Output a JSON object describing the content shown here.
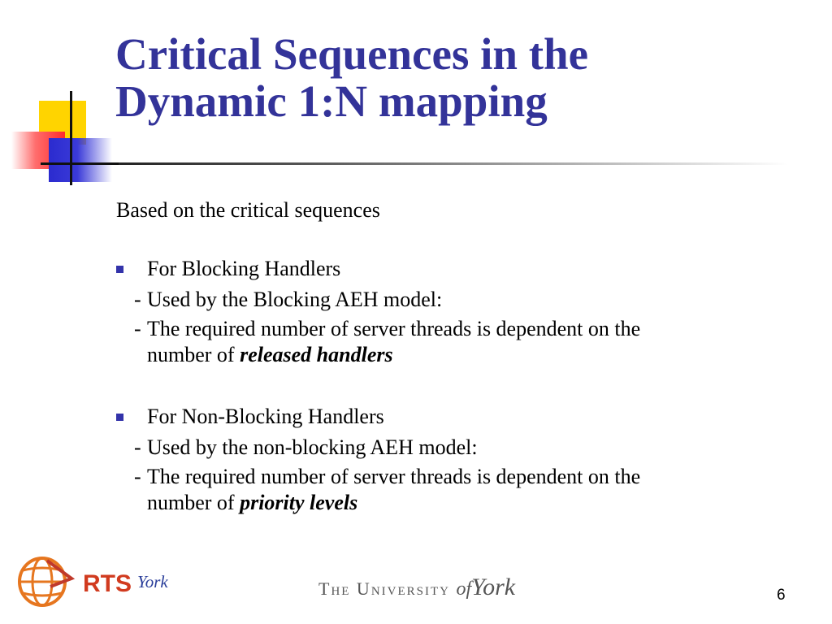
{
  "slide": {
    "title_line1": "Critical Sequences in the",
    "title_line2": "Dynamic 1:N mapping",
    "intro": "Based on the critical sequences",
    "sections": [
      {
        "heading": "For Blocking Handlers",
        "points": [
          {
            "text": "Used by the Blocking AEH model:"
          },
          {
            "text": "The required number of server threads is dependent on the",
            "continuation": "number of ",
            "emphasis": "released handlers"
          }
        ]
      },
      {
        "heading": "For Non-Blocking Handlers",
        "points": [
          {
            "text": "Used by the non-blocking AEH model:"
          },
          {
            "text": "The required number of server threads is dependent on the",
            "continuation": "number of ",
            "emphasis": "priority levels"
          }
        ]
      }
    ],
    "dash": "-",
    "page_number": "6"
  },
  "footer": {
    "rts_logo_text": "RTS",
    "rts_logo_suffix": "York",
    "university_prefix": "The University",
    "university_of": "of",
    "university_name": "York"
  },
  "colors": {
    "title": "#333399",
    "bullet": "#3333aa",
    "rts_logo": "#d13b1f"
  },
  "icons": {
    "bullet": "square-bullet-icon",
    "globe": "orange-globe-icon"
  }
}
